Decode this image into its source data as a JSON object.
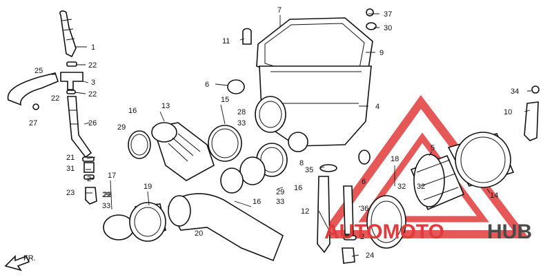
{
  "diagram": {
    "callouts": [
      {
        "id": "c1",
        "text": "1"
      },
      {
        "id": "c2",
        "text": "2"
      },
      {
        "id": "c2b",
        "text": "2"
      },
      {
        "id": "c3",
        "text": "3"
      },
      {
        "id": "c4",
        "text": "4"
      },
      {
        "id": "c5",
        "text": "5"
      },
      {
        "id": "c6a",
        "text": "6"
      },
      {
        "id": "c6b",
        "text": "6"
      },
      {
        "id": "c7",
        "text": "7"
      },
      {
        "id": "c8",
        "text": "8"
      },
      {
        "id": "c9",
        "text": "9"
      },
      {
        "id": "c10",
        "text": "10"
      },
      {
        "id": "c11",
        "text": "11"
      },
      {
        "id": "c12",
        "text": "12"
      },
      {
        "id": "c13",
        "text": "13"
      },
      {
        "id": "c14",
        "text": "14"
      },
      {
        "id": "c15",
        "text": "15"
      },
      {
        "id": "c16a",
        "text": "16"
      },
      {
        "id": "c16b",
        "text": "16"
      },
      {
        "id": "c16c",
        "text": "16"
      },
      {
        "id": "c17",
        "text": "17"
      },
      {
        "id": "c18",
        "text": "18"
      },
      {
        "id": "c19",
        "text": "19"
      },
      {
        "id": "c20",
        "text": "20"
      },
      {
        "id": "c21",
        "text": "21"
      },
      {
        "id": "c22a",
        "text": "22"
      },
      {
        "id": "c22b",
        "text": "22"
      },
      {
        "id": "c22c",
        "text": "22"
      },
      {
        "id": "c23",
        "text": "23"
      },
      {
        "id": "c24",
        "text": "24"
      },
      {
        "id": "c25",
        "text": "25"
      },
      {
        "id": "c26",
        "text": "26"
      },
      {
        "id": "c27",
        "text": "27"
      },
      {
        "id": "c28a",
        "text": "28"
      },
      {
        "id": "c28b",
        "text": "28"
      },
      {
        "id": "c29a",
        "text": "29"
      },
      {
        "id": "c29b",
        "text": "29"
      },
      {
        "id": "c29c",
        "text": "29"
      },
      {
        "id": "c30",
        "text": "30"
      },
      {
        "id": "c31",
        "text": "31"
      },
      {
        "id": "c32a",
        "text": "32"
      },
      {
        "id": "c32b",
        "text": "32"
      },
      {
        "id": "c33a",
        "text": "33"
      },
      {
        "id": "c33b",
        "text": "33"
      },
      {
        "id": "c33c",
        "text": "33"
      },
      {
        "id": "c34",
        "text": "34"
      },
      {
        "id": "c35",
        "text": "35"
      },
      {
        "id": "c36",
        "text": "36"
      },
      {
        "id": "c37",
        "text": "37"
      }
    ],
    "direction_label": "FR.",
    "colors": {
      "line": "#111111",
      "background": "#ffffff"
    }
  },
  "watermark": {
    "brand_left": "AUTOMOTO",
    "brand_right": "HUB",
    "color_red": "#e23b3b",
    "color_dark": "#4a4a4a"
  }
}
